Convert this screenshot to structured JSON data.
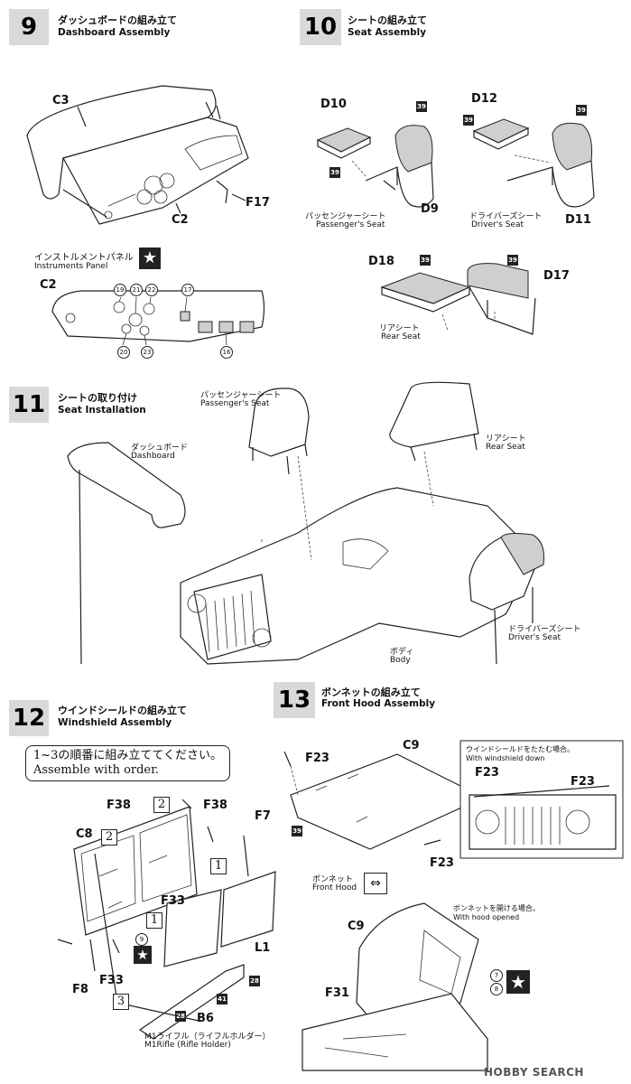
{
  "steps": {
    "s9": {
      "number": "9",
      "title_jp": "ダッシュボードの組み立て",
      "title_en": "Dashboard Assembly"
    },
    "s10": {
      "number": "10",
      "title_jp": "シートの組み立て",
      "title_en": "Seat Assembly"
    },
    "s11": {
      "number": "11",
      "title_jp": "シートの取り付け",
      "title_en": "Seat Installation"
    },
    "s12": {
      "number": "12",
      "title_jp": "ウインドシールドの組み立て",
      "title_en": "Windshield Assembly"
    },
    "s13": {
      "number": "13",
      "title_jp": "ボンネットの組み立て",
      "title_en": "Front Hood Assembly"
    }
  },
  "step9": {
    "c3": "C3",
    "c2": "C2",
    "f17": "F17"
  },
  "instruments": {
    "title_jp": "インストルメントパネル",
    "title_en": "Instruments Panel",
    "star": "★",
    "c2": "C2",
    "decals": [
      "19",
      "21",
      "22",
      "17",
      "20",
      "23",
      "16"
    ]
  },
  "step10": {
    "d10": "D10",
    "d9": "D9",
    "d12": "D12",
    "d11": "D11",
    "d18": "D18",
    "d17": "D17",
    "badge": "39",
    "passenger_jp": "パッセンジャーシート",
    "passenger_en": "Passenger's Seat",
    "driver_jp": "ドライバーズシート",
    "driver_en": "Driver's Seat",
    "rear_jp": "リアシート",
    "rear_en": "Rear Seat"
  },
  "step11": {
    "passenger_jp": "パッセンジャーシート",
    "passenger_en": "Passenger's Seat",
    "rear_jp": "リアシート",
    "rear_en": "Rear Seat",
    "dash_jp": "ダッシュボード",
    "dash_en": "Dashboard",
    "body_jp": "ボディ",
    "body_en": "Body",
    "driver_jp": "ドライバーズシート",
    "driver_en": "Driver's Seat"
  },
  "step12": {
    "note_jp": "1~3の順番に組み立ててください。",
    "note_en": "Assemble with order.",
    "f38a": "F38",
    "f38b": "F38",
    "f7": "F7",
    "c8": "C8",
    "f33a": "F33",
    "f33b": "F33",
    "l1": "L1",
    "f8": "F8",
    "b6": "B6",
    "order1": "1",
    "order2": "2",
    "order3": "3",
    "decal9": "9",
    "badge28": "28",
    "badge41": "41",
    "star": "★",
    "rifle_jp": "M1ライフル（ライフルホルダー）",
    "rifle_en": "M1Rifle (Rifle Holder)"
  },
  "step13": {
    "f23a": "F23",
    "c9": "C9",
    "badge39": "39",
    "f23b": "F23",
    "windown_jp": "ウインドシールドをたたむ場合。",
    "windown_en": "With windshield down",
    "f23c": "F23",
    "f23d": "F23",
    "hood_jp": "ボンネット",
    "hood_en": "Front Hood",
    "open_jp": "ボンネットを開ける場合。",
    "open_en": "With hood opened",
    "c9b": "C9",
    "f31": "F31",
    "decal7": "7",
    "decal8": "8",
    "star": "★"
  },
  "watermark": "HOBBY SEARCH"
}
